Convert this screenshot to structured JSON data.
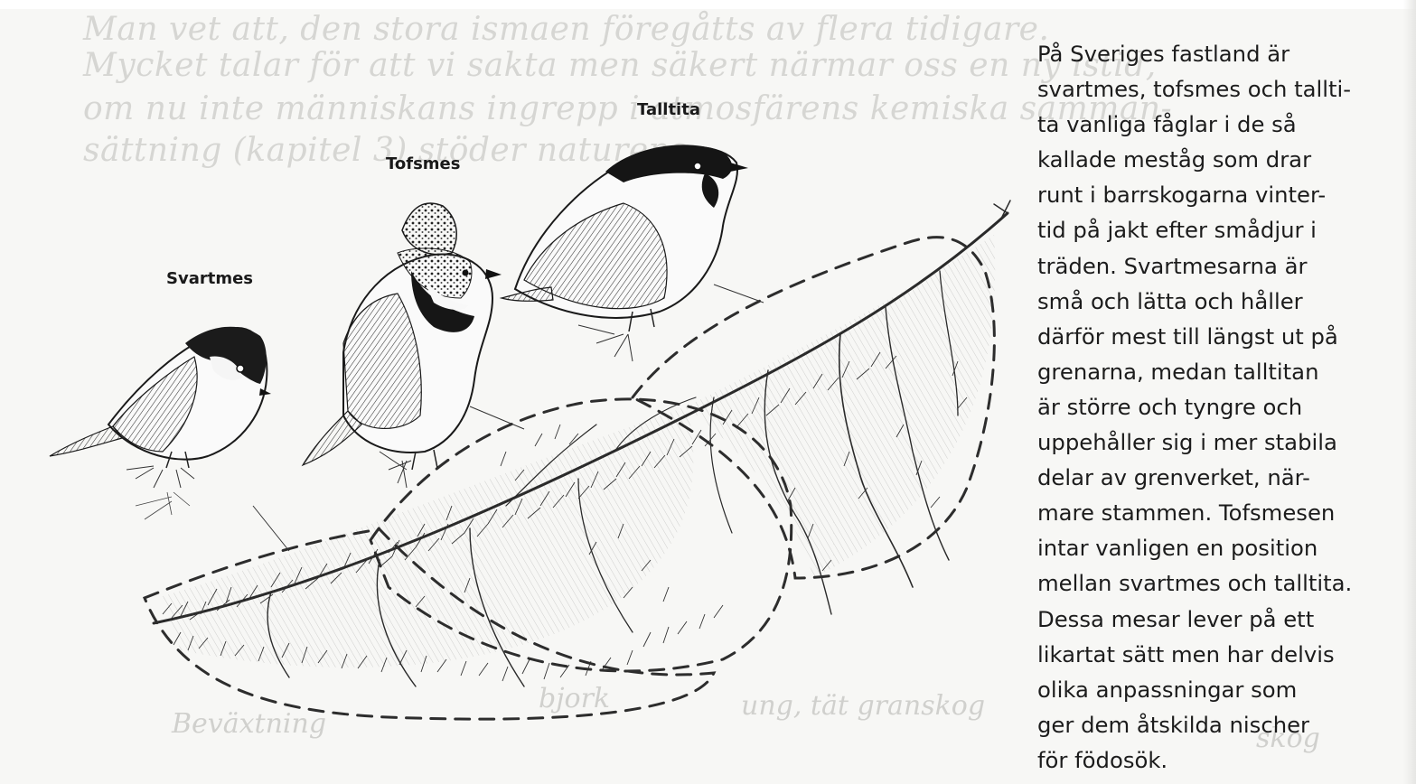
{
  "bleed_text": {
    "lines": [
      "Man vet att, den stora ismaen föregåtts av flera tidigare.",
      "Mycket talar för att vi sakta men säkert närmar oss en ny istid,",
      "om nu inte människans ingrepp i atmosfärens kemiska samman-",
      "sättning (kapitel 3) stöder naturens..."
    ],
    "bottom": [
      "Beväxtning",
      "bjork",
      "ung, tät granskog",
      "skog"
    ]
  },
  "labels": {
    "talltita": "Talltita",
    "tofsmes": "Tofsmes",
    "svartmes": "Svartmes"
  },
  "body_lines": [
    "På Sveriges fastland är",
    "svartmes, tofsmes och tallti-",
    "ta vanliga fåglar i de så",
    "kallade meståg som drar",
    "runt i barrskogarna vinter-",
    "tid på jakt efter smådjur i",
    "träden. Svartmesarna är",
    "små och lätta och håller",
    "därför mest till längst ut på",
    "grenarna, medan talltitan",
    "är större och tyngre och",
    "uppehåller sig i mer stabila",
    "delar av grenverket, när-",
    "mare stammen. Tofsmesen",
    "intar vanligen en position",
    "mellan svartmes och talltita.",
    "Dessa mesar lever på ett",
    "likartat sätt men har delvis",
    "olika anpassningar som",
    "ger dem åtskilda nischer",
    "för födosök."
  ]
}
